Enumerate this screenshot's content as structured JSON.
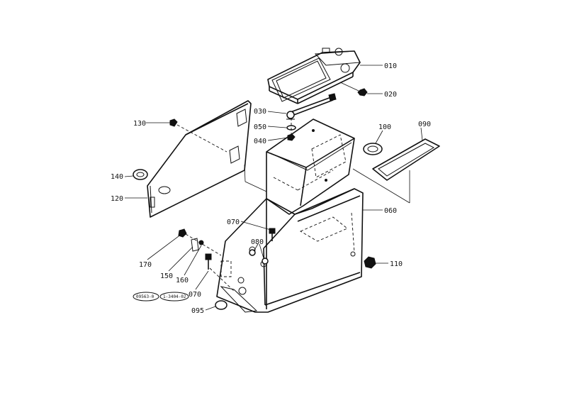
{
  "diagram": {
    "callouts": [
      {
        "id": "c010",
        "label": "010"
      },
      {
        "id": "c020",
        "label": "020"
      },
      {
        "id": "c030",
        "label": "030"
      },
      {
        "id": "c050",
        "label": "050"
      },
      {
        "id": "c040",
        "label": "040"
      },
      {
        "id": "c100",
        "label": "100"
      },
      {
        "id": "c090",
        "label": "090"
      },
      {
        "id": "c130",
        "label": "130"
      },
      {
        "id": "c140",
        "label": "140"
      },
      {
        "id": "c120",
        "label": "120"
      },
      {
        "id": "c060",
        "label": "060"
      },
      {
        "id": "c070a",
        "label": "070"
      },
      {
        "id": "c080",
        "label": "080"
      },
      {
        "id": "c170",
        "label": "170"
      },
      {
        "id": "c150",
        "label": "150"
      },
      {
        "id": "c160",
        "label": "160"
      },
      {
        "id": "c070b",
        "label": "070"
      },
      {
        "id": "c110",
        "label": "110"
      },
      {
        "id": "c095",
        "label": "095"
      }
    ],
    "reference_marks": [
      {
        "id": "ref1",
        "label": "09563-0"
      },
      {
        "id": "ref2",
        "label": "1-3404-02"
      }
    ]
  }
}
